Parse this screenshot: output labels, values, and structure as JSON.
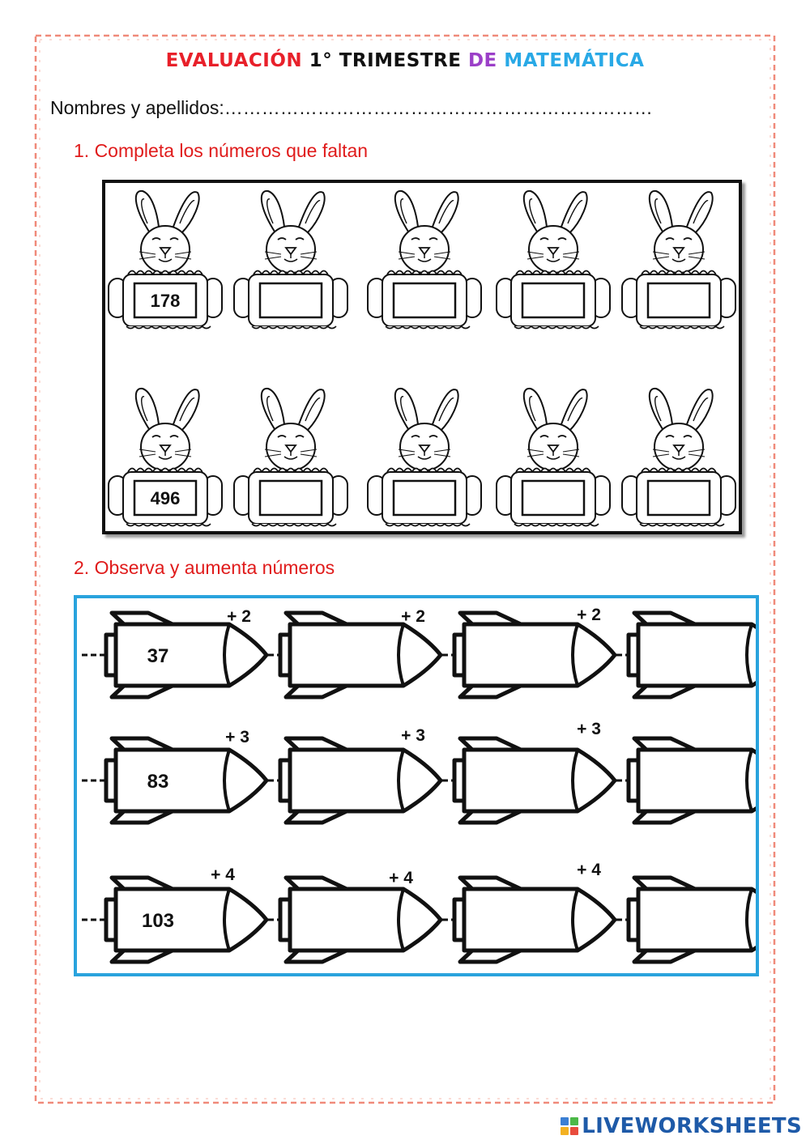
{
  "title": {
    "part1": "EVALUACIÓN",
    "part2": "1° TRIMESTRE",
    "part3": "DE",
    "part4": "MATEMÁTICA"
  },
  "student_line": "Nombres y apellidos:……………………………………………………………",
  "question1": {
    "label": "1. Completa los números que faltan",
    "row1_start": "178",
    "row2_start": "496"
  },
  "question2": {
    "label": "2. Observa y aumenta números",
    "rows": [
      {
        "start": "37",
        "step_labels": [
          "+ 2",
          "+ 2",
          "+ 2"
        ]
      },
      {
        "start": "83",
        "step_labels": [
          "+ 3",
          "+ 3",
          "+ 3"
        ]
      },
      {
        "start": "103",
        "step_labels": [
          "+ 4",
          "+ 4",
          "+ 4"
        ]
      }
    ]
  },
  "footer": {
    "logo_text": "LIVEWORKSHEETS"
  },
  "colors": {
    "title_red": "#e8202a",
    "title_purple": "#9b3fc8",
    "title_blue": "#29a9e6",
    "question_red": "#e01b1b",
    "rocket_frame": "#29a3dd",
    "border_dash": "#f08a7a"
  },
  "icons": [
    "bunny-icon",
    "rocket-icon",
    "liveworksheets-logo-icon"
  ]
}
